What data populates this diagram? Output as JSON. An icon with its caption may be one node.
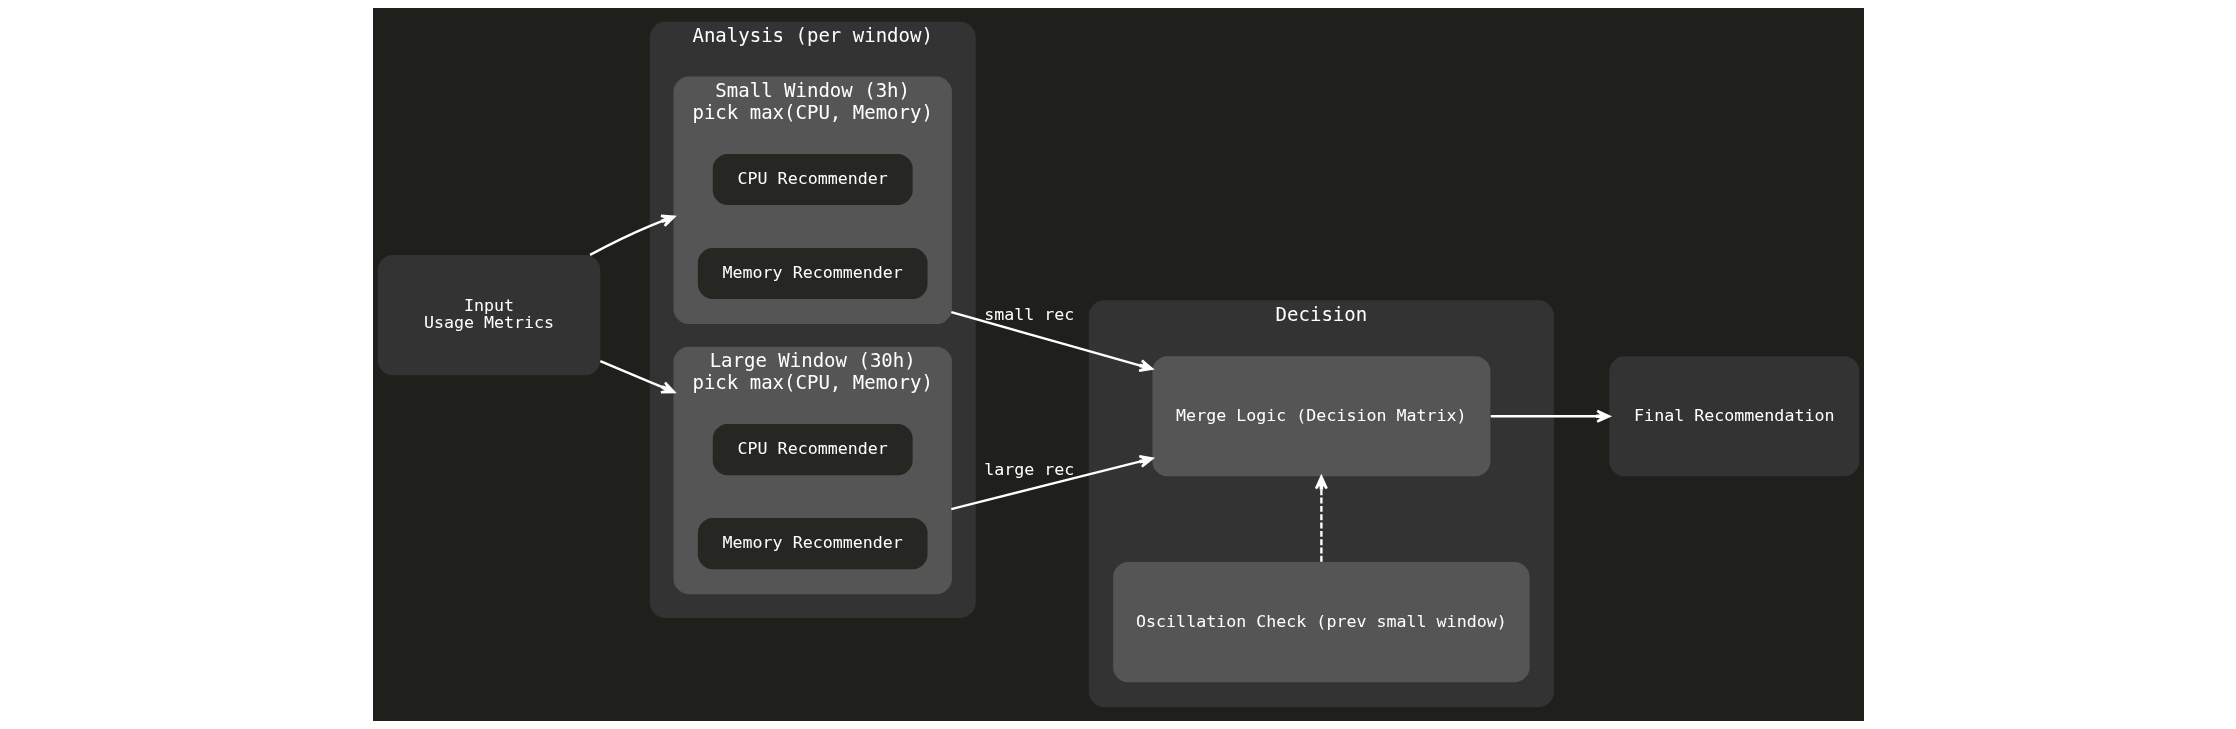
{
  "diagram": {
    "nodes": [
      {
        "text": [
          "Input",
          "Usage Metrics"
        ]
      },
      {
        "text": [
          "Analysis (per window)"
        ]
      },
      {
        "text": [
          "Small Window (3h)",
          "pick max(CPU, Memory)"
        ],
        "in": 1
      },
      {
        "text": [
          "CPU Recommender"
        ],
        "in": 2
      },
      {
        "text": [
          "Memory Recommender"
        ],
        "in": 2
      },
      {
        "text": [
          "Large Window (30h)",
          "pick max(CPU, Memory)"
        ],
        "in": 1
      },
      {
        "text": [
          "CPU Recommender"
        ],
        "in": 5
      },
      {
        "text": [
          "Memory Recommender"
        ],
        "in": 5
      },
      {
        "text": [
          "Decision"
        ]
      },
      {
        "text": [
          "Merge Logic (Decision Matrix)"
        ],
        "in": 8
      },
      {
        "text": [
          "Oscillation Check (prev small window)"
        ],
        "in": 8
      },
      {
        "text": [
          "Final Recommendation"
        ]
      }
    ],
    "edges": [
      {
        "from": 0,
        "to": 2,
        "arrow": "to"
      },
      {
        "from": 0,
        "to": 5,
        "arrow": "to"
      },
      {
        "from": 2,
        "to": 9,
        "arrow": "to",
        "label": "small rec"
      },
      {
        "from": 5,
        "to": 9,
        "arrow": "to",
        "label": "large rec"
      },
      {
        "from": 10,
        "to": 9,
        "arrow": "to",
        "style": "dashed"
      },
      {
        "from": 9,
        "to": 11,
        "arrow": "to"
      }
    ]
  }
}
